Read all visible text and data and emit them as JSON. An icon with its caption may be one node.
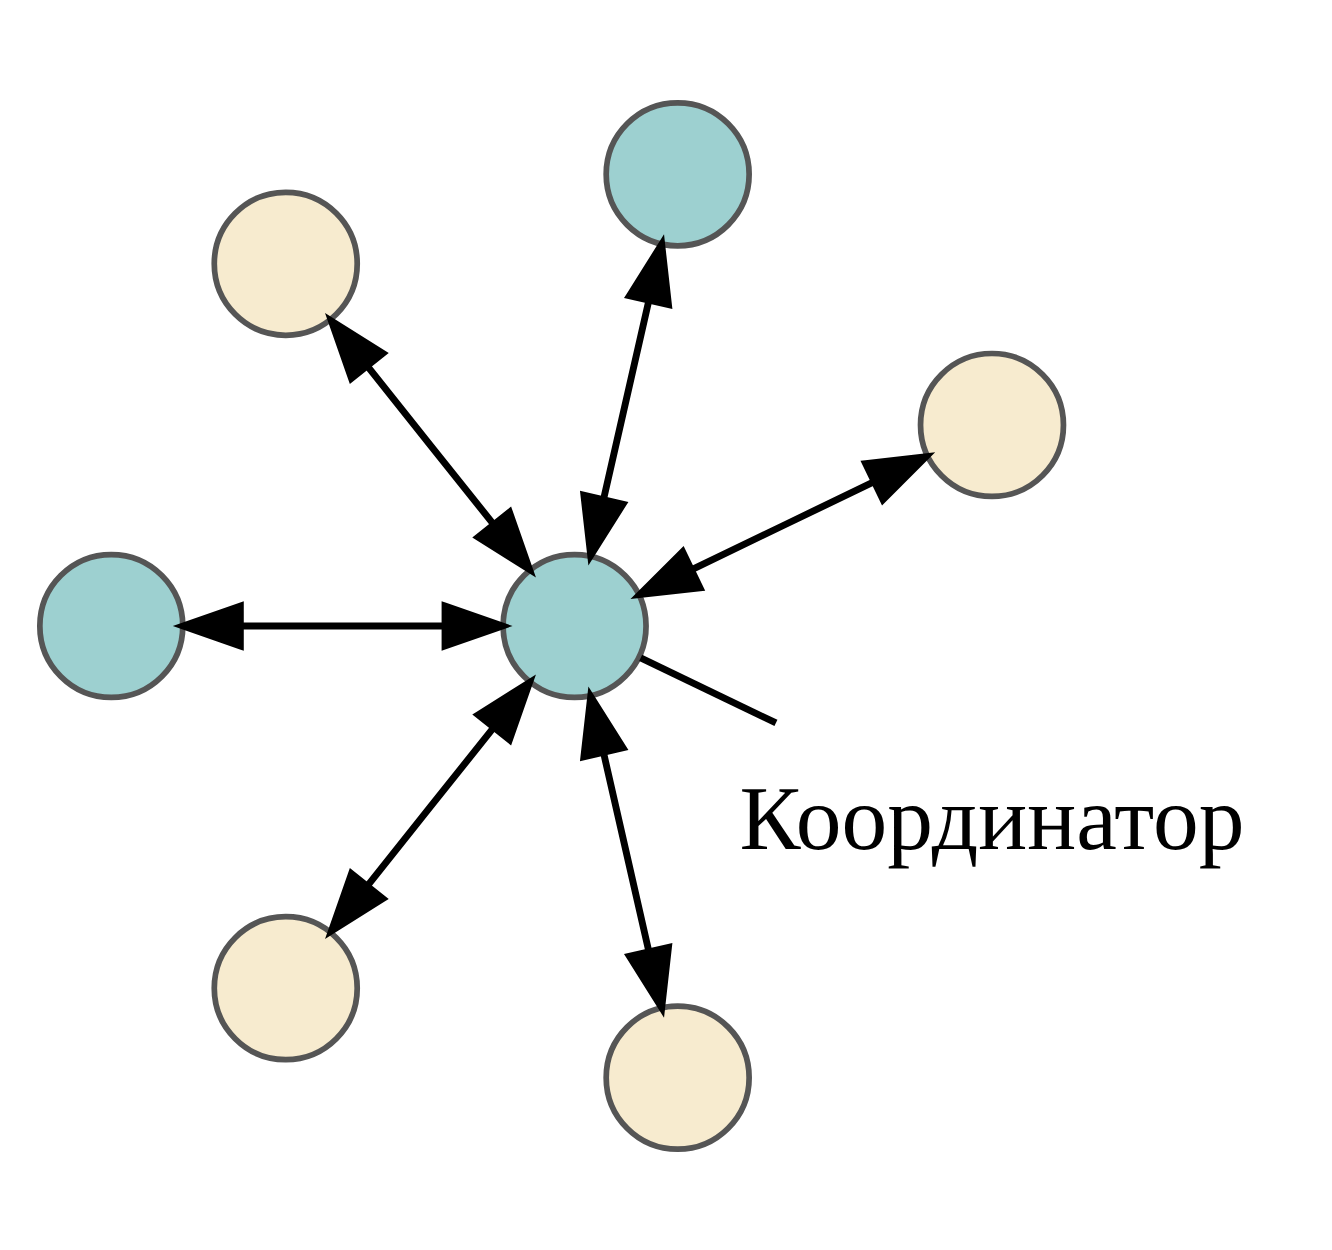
{
  "diagram": {
    "nodes": [
      {
        "text": [],
        "shape": "circle"
      },
      {
        "text": [],
        "shape": "circle"
      },
      {
        "text": [],
        "shape": "circle"
      },
      {
        "text": [],
        "shape": "circle"
      },
      {
        "text": [
          "Координатор"
        ]
      },
      {
        "text": [],
        "shape": "circle"
      },
      {
        "text": [],
        "shape": "circle"
      },
      {
        "text": [],
        "shape": "circle"
      }
    ],
    "edges": [
      {
        "from": 3,
        "to": 0,
        "arrow": "both"
      },
      {
        "from": 3,
        "to": 1,
        "arrow": "both"
      },
      {
        "from": 3,
        "to": 2,
        "arrow": "both"
      },
      {
        "from": 4,
        "to": 3,
        "arrow": "none"
      },
      {
        "from": 3,
        "to": 5,
        "arrow": "both"
      },
      {
        "from": 3,
        "to": 6,
        "arrow": "both"
      },
      {
        "from": 3,
        "to": 7,
        "arrow": "both"
      }
    ]
  }
}
